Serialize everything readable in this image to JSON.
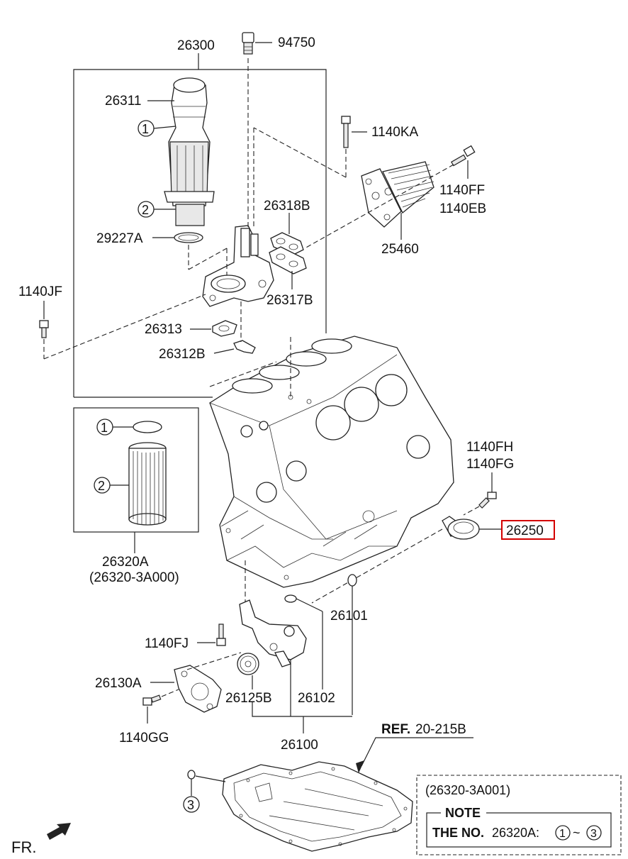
{
  "labels": {
    "l26300": "26300",
    "l94750": "94750",
    "l26311": "26311",
    "l1140KA": "1140KA",
    "l1140FF": "1140FF",
    "l1140EB": "1140EB",
    "l26318B": "26318B",
    "l29227A": "29227A",
    "l25460": "25460",
    "l1140JF": "1140JF",
    "l26317B": "26317B",
    "l26313": "26313",
    "l26312B": "26312B",
    "l1140FH": "1140FH",
    "l1140FG": "1140FG",
    "l26250": "26250",
    "l26320A": "26320A",
    "l26320_3A000": "(26320-3A000)",
    "l26101": "26101",
    "l1140FJ": "1140FJ",
    "l26130A": "26130A",
    "l26125B": "26125B",
    "l26102": "26102",
    "l1140GG": "1140GG",
    "l26100": "26100",
    "ref_prefix": "REF.",
    "ref_value": "20-215B",
    "fr": "FR."
  },
  "callouts": {
    "c1_top": "1",
    "c2_top": "2",
    "c1_kit": "1",
    "c2_kit": "2",
    "c3_pan": "3",
    "c1_note": "1",
    "c3_note": "3"
  },
  "note_box": {
    "part_no": "(26320-3A001)",
    "title": "NOTE",
    "text_prefix": "THE NO.",
    "text_part": "26320A:",
    "tilde": "~"
  },
  "colors": {
    "highlight": "#d40000",
    "line": "#222222"
  }
}
